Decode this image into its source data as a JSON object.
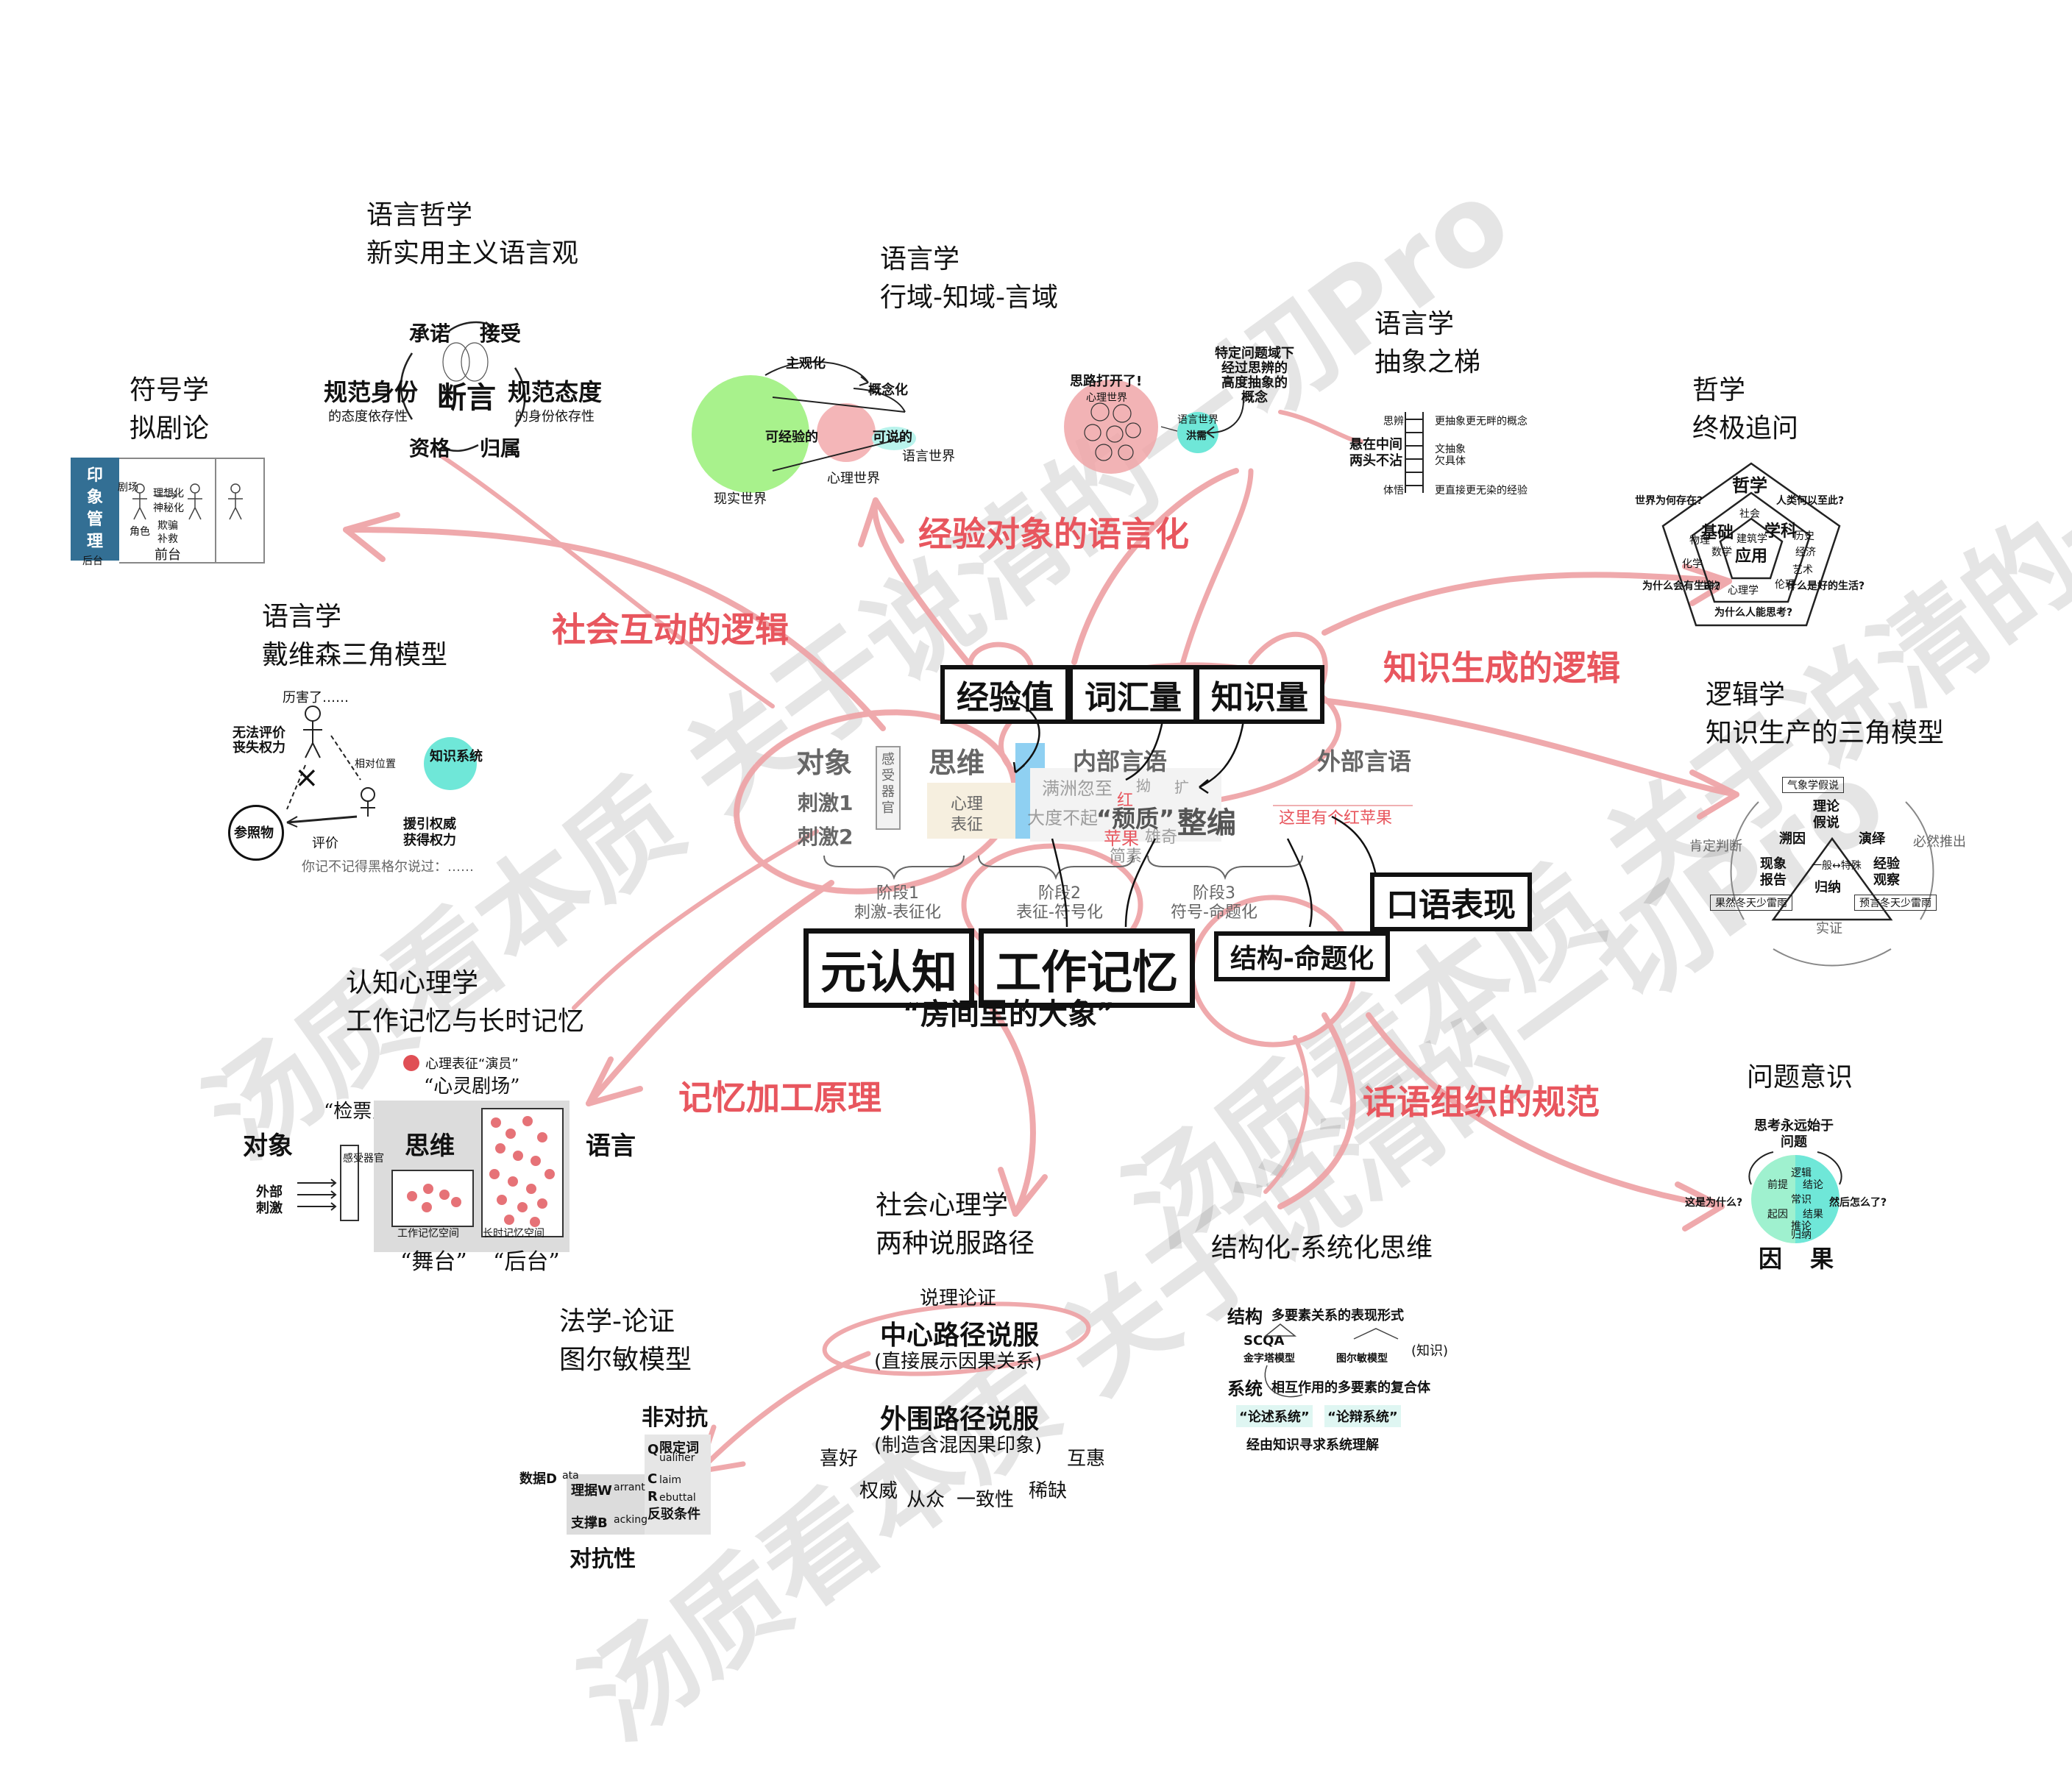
{
  "watermarks": [
    "汤质看本质 关于说清的一切Pro",
    "汤质看本质 关于说清的一切Pro",
    "汤质看本质 关于说清的一切Pro"
  ],
  "branches": {
    "social": "社会互动的逻辑",
    "experience": "经验对象的语言化",
    "knowledge": "知识生成的逻辑",
    "memory": "记忆加工原理",
    "discourse": "话语组织的规范"
  },
  "center": {
    "boxes": [
      "经验值",
      "词汇量",
      "知识量",
      "口语表现",
      "元认知",
      "工作记忆",
      "结构-命题化"
    ],
    "elephant": "“房间里的大象”",
    "row_headers": [
      "对象",
      "思维",
      "内部言语",
      "外部言语"
    ],
    "stimuli": [
      "刺激1",
      "刺激2"
    ],
    "sensory": "感受器官",
    "mental": "心理表征",
    "inner_text": [
      "满洲忽至",
      "大度不起",
      "“颓质”",
      "整编",
      "红",
      "苹果",
      "雄奇",
      "简素",
      "扩",
      "拗"
    ],
    "outer_text": "这里有个红苹果",
    "stages": [
      "阶段1",
      "刺激-表征化",
      "阶段2",
      "表征-符号化",
      "阶段3",
      "符号-命题化"
    ]
  },
  "nodes": {
    "semiotics": {
      "title": [
        "符号学",
        "拟剧论"
      ],
      "labels": [
        "印象管理",
        "前台",
        "后台",
        "理想化",
        "神秘化",
        "欺骗",
        "补救",
        "角色",
        "剧场"
      ]
    },
    "philosophy_lang": {
      "title": [
        "语言哲学",
        "新实用主义语言观"
      ],
      "labels": [
        "承诺",
        "接受",
        "规范身份",
        "断言",
        "规范态度",
        "资格",
        "归属",
        "的态度依存性",
        "的身份依存性"
      ]
    },
    "linguistics1": {
      "title": [
        "语言学",
        "行域-知域-言域"
      ],
      "labels": [
        "主观化",
        "概念化",
        "可经验的",
        "可说的",
        "现实世界",
        "心理世界",
        "语言世界"
      ]
    },
    "mindmap": {
      "labels": [
        "思路打开了!",
        "心理世界",
        "语言世界",
        "特定问题域下",
        "经过思辨的",
        "高度抽象的",
        "概念",
        "洪需"
      ]
    },
    "linguistics2": {
      "title": [
        "语言学",
        "抽象之梯"
      ],
      "labels": [
        "悬在中间",
        "两头不沾",
        "思辨",
        "更抽象更无畔的概念",
        "文抽象",
        "欠具体",
        "体悟",
        "更直接更无染的经验"
      ]
    },
    "philosophy": {
      "title": [
        "哲学",
        "终极追问"
      ],
      "labels": [
        "哲学",
        "世界为何存在?",
        "人类何以至此?",
        "社会",
        "基础",
        "学科",
        "建筑学",
        "应用",
        "历史",
        "物理",
        "经济",
        "化学",
        "艺术",
        "心理学",
        "伦理",
        "为什么会有生命?",
        "为什么人能思考?",
        "什么是好的生活?",
        "生物",
        "数学"
      ]
    },
    "davidson": {
      "title": [
        "语言学",
        "戴维森三角模型"
      ],
      "labels": [
        "历害了……",
        "无法评价",
        "丧失权力",
        "相对位置",
        "知识系统",
        "援引权威",
        "获得权力",
        "参照物",
        "评价",
        "你记不记得黑格尔说过：……"
      ]
    },
    "logic": {
      "title": [
        "逻辑学",
        "知识生产的三角模型"
      ],
      "labels": [
        "气象学假说",
        "理论",
        "假说",
        "溯因",
        "演绎",
        "现象",
        "报告",
        "经验",
        "观察",
        "归纳",
        "肯定判断",
        "必然推出",
        "实证",
        "果然冬天少雷雨",
        "预言冬天少雷雨",
        "一般↔特殊"
      ]
    },
    "cognitive": {
      "title": [
        "认知心理学",
        "工作记忆与长时记忆"
      ],
      "labels": [
        "心理表征“演员”",
        "“检票员”",
        "“心灵剧场”",
        "对象",
        "思维",
        "语言",
        "外部",
        "刺激",
        "感受器官",
        "工作记忆空间",
        "长时记忆空间",
        "“舞台”",
        "“后台”"
      ]
    },
    "question": {
      "title": [
        "问题意识"
      ],
      "labels": [
        "思考永远始于",
        "问题",
        "这是为什么?",
        "然后怎么了?",
        "逻辑",
        "前提",
        "结论",
        "起因",
        "结果",
        "因",
        "果",
        "常识",
        "推论",
        "归纳"
      ]
    },
    "social_psych": {
      "title": [
        "社会心理学",
        "两种说服路径"
      ],
      "labels": [
        "说理论证",
        "中心路径说服",
        "(直接展示因果关系)",
        "外围路径说服",
        "(制造含混因果印象)",
        "喜好",
        "权威",
        "从众",
        "一致性",
        "稀缺",
        "互惠"
      ]
    },
    "structure": {
      "title": [
        "结构化-系统化思维"
      ],
      "labels": [
        "结构",
        "多要素关系的表现形式",
        "SCQA",
        "金字塔模型",
        "图尔敏模型",
        "(知识)",
        "系统",
        "相互作用的多要素的复合体",
        "“论述系统”",
        "“论辩系统”",
        "经由知识寻求系统理解"
      ]
    },
    "law": {
      "title": [
        "法学-论证",
        "图尔敏模型"
      ],
      "labels": [
        "非对抗",
        "对抗性",
        "数据D",
        "ata",
        "理据W",
        "arrant",
        "支撑B",
        "acking",
        "Q",
        "限定词",
        "ualifier",
        "C",
        "laim",
        "R",
        "ebuttal",
        "反驳条件"
      ]
    }
  },
  "colors": {
    "accent": "#e8565e",
    "pink": "#f4b6b8",
    "green": "#a8f28c",
    "teal": "#6fe7d8",
    "blue": "#336f94"
  }
}
